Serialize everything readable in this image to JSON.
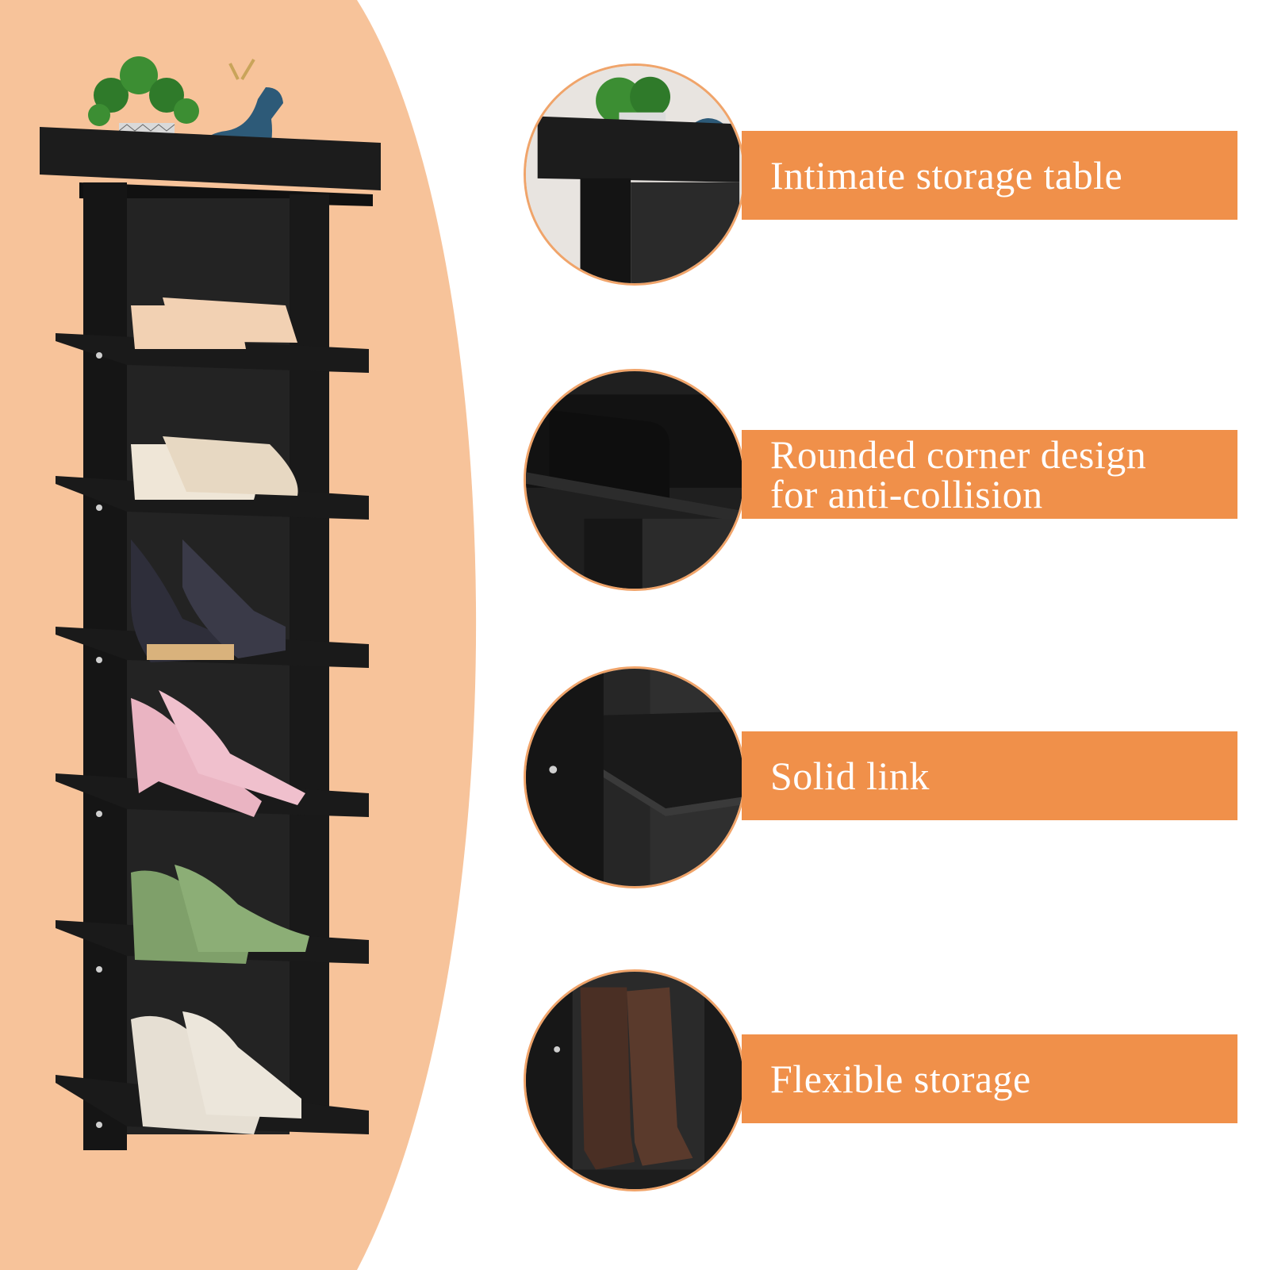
{
  "colors": {
    "accent": "#f0904a",
    "arc": "#f7c39a",
    "rack": "#1c1c1c",
    "banner_text": "#ffffff"
  },
  "product": {
    "name": "7-tier black wooden shoe rack",
    "icons": [
      "plant-icon",
      "deer-figurine-icon",
      "slipper-icon",
      "sandal-icon",
      "wedge-shoe-icon",
      "heel-shoe-icon",
      "oxford-shoe-icon",
      "boot-icon"
    ]
  },
  "features": [
    {
      "lines": [
        "Intimate storage table"
      ]
    },
    {
      "lines": [
        "Rounded corner design",
        "for anti-collision"
      ]
    },
    {
      "lines": [
        "Solid link"
      ]
    },
    {
      "lines": [
        "Flexible storage"
      ]
    }
  ]
}
